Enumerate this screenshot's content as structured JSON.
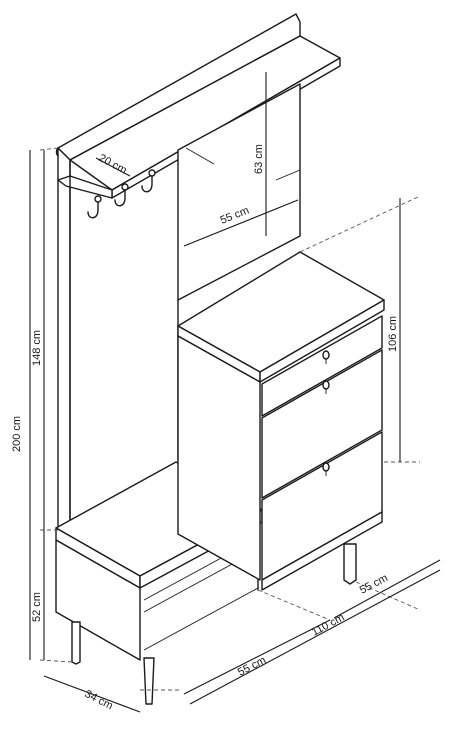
{
  "dimensions": {
    "total_height": "200 cm",
    "upper_height": "148 cm",
    "bench_height": "52 cm",
    "depth": "34 cm",
    "shelf_depth": "20 cm",
    "mirror_height": "63 cm",
    "mirror_width": "55 cm",
    "cabinet_height": "106 cm",
    "bench_width": "55 cm",
    "total_width": "110 cm",
    "cabinet_width": "55 cm"
  }
}
